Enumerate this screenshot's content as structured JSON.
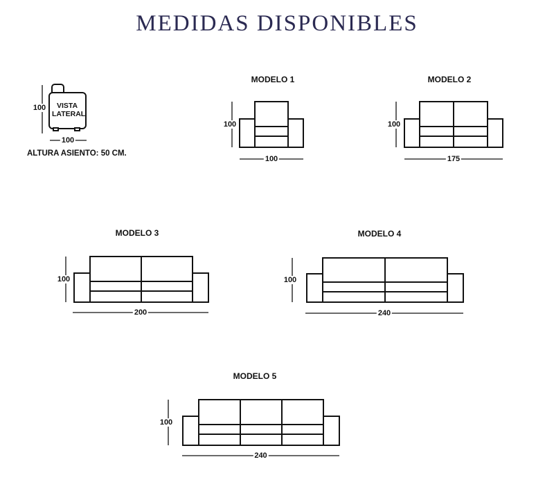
{
  "title": "MEDIDAS DISPONIBLES",
  "side_view": {
    "label_line1": "VISTA",
    "label_line2": "LATERAL",
    "height": "100",
    "depth": "100",
    "note": "ALTURA ASIENTO: 50 CM."
  },
  "models": [
    {
      "name": "MODELO 1",
      "height": "100",
      "width": "100",
      "seats": 1
    },
    {
      "name": "MODELO 2",
      "height": "100",
      "width": "175",
      "seats": 2
    },
    {
      "name": "MODELO 3",
      "height": "100",
      "width": "200",
      "seats": 2
    },
    {
      "name": "MODELO 4",
      "height": "100",
      "width": "240",
      "seats": 2
    },
    {
      "name": "MODELO 5",
      "height": "100",
      "width": "240",
      "seats": 3
    }
  ]
}
